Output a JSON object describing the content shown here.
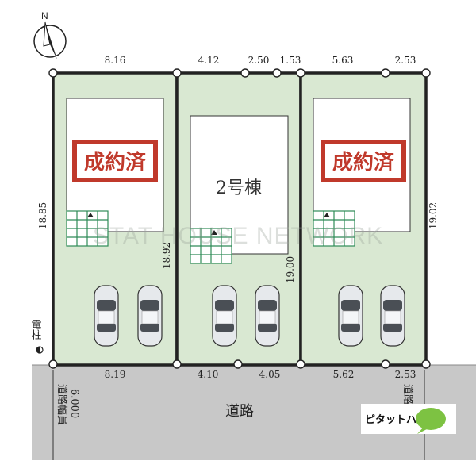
{
  "compass": {
    "north": "N"
  },
  "dimensions": {
    "top": [
      "8.16",
      "4.12",
      "2.50",
      "1.53",
      "5.63",
      "2.53"
    ],
    "bottom": [
      "8.19",
      "4.10",
      "4.05",
      "5.62",
      "2.53"
    ],
    "side": [
      "18.85",
      "18.92",
      "19.00",
      "19.02"
    ]
  },
  "lots": [
    {
      "status": "成約済"
    },
    {
      "label": "2号棟"
    },
    {
      "status": "成約済"
    }
  ],
  "road": {
    "label": "道路",
    "width_label": "道路幅員",
    "width_value": "6.000"
  },
  "pole": {
    "label": "電柱"
  },
  "watermark": "STAT HOUSE NETWORK",
  "logo": {
    "text": "ピタットハウス",
    "colors": {
      "brand_green": "#7dc242"
    }
  },
  "colors": {
    "lot_fill": "#d9e8d2",
    "road_fill": "#c8c8c8",
    "sold_red": "#c0392b",
    "stair_green": "#2e8b57"
  }
}
